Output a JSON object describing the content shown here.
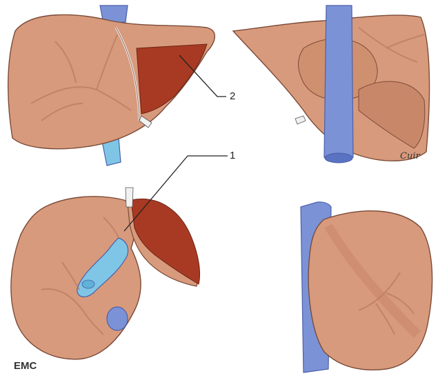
{
  "callouts": {
    "label_1": "1",
    "label_2": "2"
  },
  "signature": "Cuir",
  "logo": "EMC",
  "colors": {
    "liver": "#d89a7c",
    "liver_stroke": "#7a4a38",
    "liver_shade": "#c9876a",
    "segment": "#a83a23",
    "vein": "#7b93d6",
    "vein_stroke": "#4b5fa8",
    "portal": "#7fc6e6",
    "duct": "#f1f1f1"
  },
  "icons": [
    "liver-anterior-view",
    "liver-posterior-view",
    "liver-inferior-view",
    "liver-lateral-view"
  ]
}
